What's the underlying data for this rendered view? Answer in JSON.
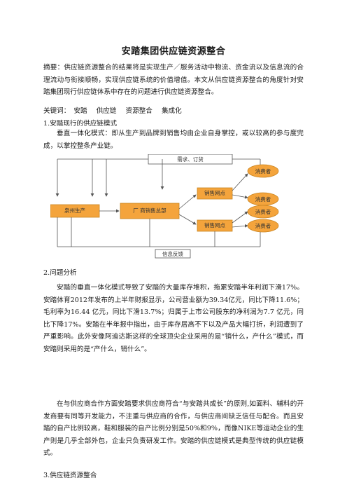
{
  "title": "安踏集团供应链资源整合",
  "abstract": "摘要：供应链资源整合的结果将是实现生产／服务活动中物流、资金流以及信息流的合理流动与衔接顺畅，实现供应链系统的价值增值。本文从供应链资源整合的角度针对安踏集团现行供应链体系中存在的问题进行供应链资源整合。",
  "keywords": {
    "label": "关键词：",
    "items": [
      "安踏",
      "供应链",
      "资源整合",
      "集成化"
    ]
  },
  "sections": {
    "s1_heading": "1.安踏现行的供应链模式",
    "s1_para": "垂直一体化模式：即从生产到品牌到销售均由企业自身掌控，或以较高的参与度完成，以掌控整条产业链。",
    "s2_heading": "2.问题分析",
    "s2_para1": "安踏的垂直一体化模式导致了安踏的大量库存堆积，拖累安踏半年利润下滑17%。安踏体育2012年发布的上半年财报显示，公司营业额为39.34亿元，同比下降11.6%；毛利率为16.44 亿元，同比下滑13.7%；归属于上市公司股东的净利润为7.7 亿元，同比下降17%。安踏在半年报中指出，由于库存居高不下以及产品大幅打折，利润遭到了严重影响。此外安像阿迪达斯这样的全球顶尖企业采用的是“销什么，产什么”模式，而安踏则采用的是“产什么，销什么”。",
    "s2_para2": "在与供应商合作方面安踏要求供应商符合“与安踏共成长”的原则,如面料、辅料的开发商要有同等开发能力，不注重与供应商的合作，与供应商间缺乏信任与配合。而且安踏的自产比例较高，鞋和服装的自产比例分别是50%和9%，而像NIKE等运动企业的生产则是几乎全部外包，企业只负责研发工作。安踏的供应链模式是典型传统的供应链模式。",
    "s3_heading": "3.供应链资源整合"
  },
  "diagram": {
    "top_label": "需求、订货",
    "bottom_label": "信息反馈",
    "factory": "泉州生产",
    "center": "厂 商销售总部",
    "outlet1": "销售网点",
    "outlet2": "销售网点",
    "consumers": [
      "消费者",
      "消费者",
      "消费者",
      "消费者"
    ],
    "colors": {
      "orange": "#f4a43c"
    }
  }
}
